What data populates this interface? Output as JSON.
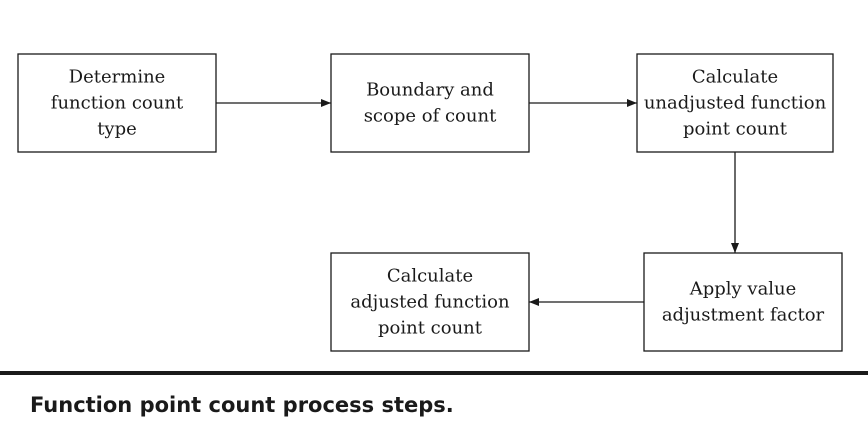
{
  "diagram": {
    "nodes": [
      {
        "id": "determine",
        "lines": [
          "Determine",
          "function count",
          "type"
        ]
      },
      {
        "id": "boundary",
        "lines": [
          "Boundary and",
          "scope of count"
        ]
      },
      {
        "id": "unadjusted",
        "lines": [
          "Calculate",
          "unadjusted function",
          "point count"
        ]
      },
      {
        "id": "vaf",
        "lines": [
          "Apply value",
          "adjustment factor"
        ]
      },
      {
        "id": "adjusted",
        "lines": [
          "Calculate",
          "adjusted function",
          "point count"
        ]
      }
    ],
    "edges": [
      {
        "from": "determine",
        "to": "boundary"
      },
      {
        "from": "boundary",
        "to": "unadjusted"
      },
      {
        "from": "unadjusted",
        "to": "vaf"
      },
      {
        "from": "vaf",
        "to": "adjusted"
      }
    ]
  },
  "caption": "Function point count process steps."
}
